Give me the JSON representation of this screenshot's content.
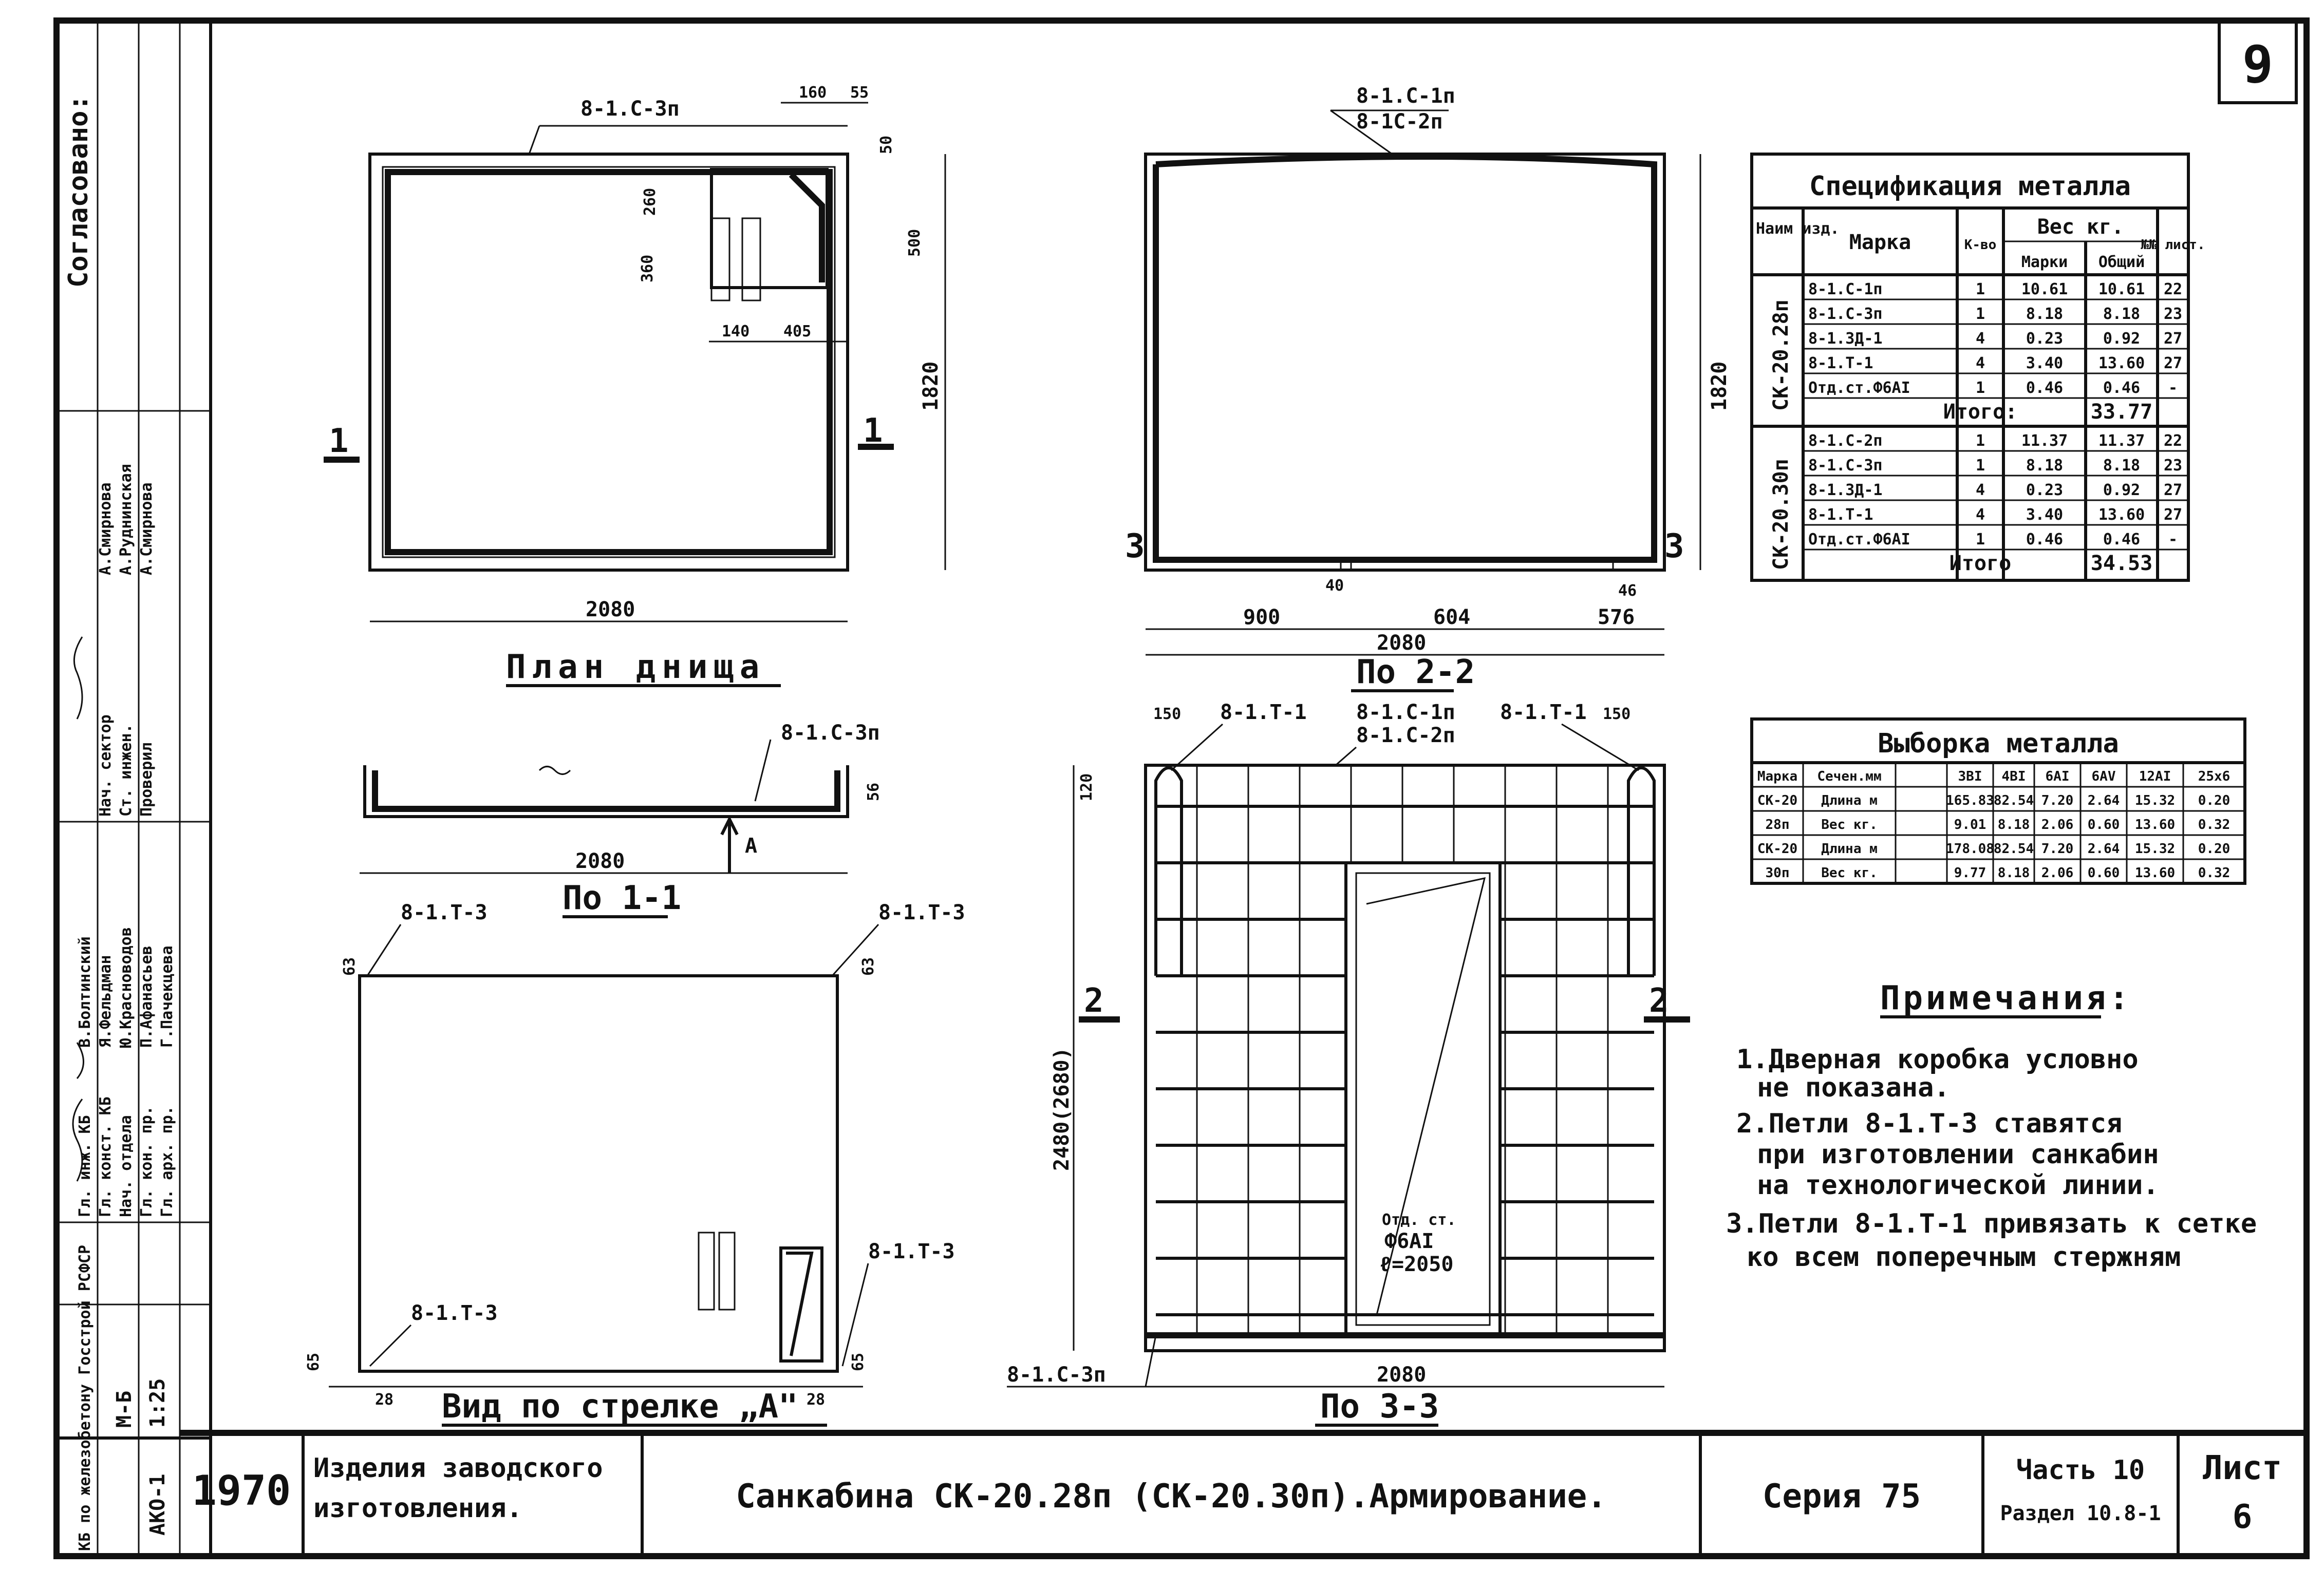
{
  "sheet_number": "9",
  "stamp": {
    "agreed": "Согласовано:",
    "staff": [
      {
        "role": "Гл. инж. КБ",
        "name": "В.Болтинский"
      },
      {
        "role": "Гл. конст. КБ",
        "name": "Я.Фельдман"
      },
      {
        "role": "Нач. отдела",
        "name": "Ю.Красноводов"
      },
      {
        "role": "Гл. кон. пр.",
        "name": "П.Афанасьев"
      },
      {
        "role": "Гл. арх. пр.",
        "name": "Г.Пачекцева"
      },
      {
        "role": "Нач. сектор",
        "name": "А.Смирнова"
      },
      {
        "role": "Ст. инжен.",
        "name": "А.Руднинская"
      },
      {
        "role": "Проверил",
        "name": "А.Смирнова"
      }
    ],
    "org": "КБ по железобетону Госстрой РСФСР",
    "mb": "М-Б",
    "scale": "1:25",
    "ako": "АКО-1",
    "year": "1970"
  },
  "title_block": {
    "product_type": "Изделия заводского изготовления.",
    "title": "Санкабина СК-20.28п (СК-20.30п).Армирование.",
    "series": "Серия 75",
    "part_label": "Часть 10",
    "section_label": "Раздел 10.8-1",
    "sheet_label": "Лист",
    "sheet_value": "6"
  },
  "views": {
    "plan": {
      "title": "План днища",
      "top_mark": "8-1.С-3п",
      "dim_160": "160",
      "dim_55": "55",
      "dim_50": "50",
      "dim_260": "260",
      "dim_500": "500",
      "dim_360": "360",
      "dim_140": "140",
      "dim_405": "405",
      "height": "1820",
      "width": "2080",
      "section_mark": "1"
    },
    "section11": {
      "title": "По 1-1",
      "mark": "8-1.С-3п",
      "width": "2080",
      "dim_56": "56",
      "arrow": "А"
    },
    "arrow_view": {
      "title": "Вид по стрелке „А\"",
      "loop_tl": "8-1.Т-3",
      "loop_tr": "8-1.Т-3",
      "loop_bl": "8-1.Т-3",
      "loop_br": "8-1.Т-3",
      "dim_63a": "63",
      "dim_63b": "63",
      "dim_65a": "65",
      "dim_65b": "65",
      "dim_28a": "28",
      "dim_28b": "28"
    },
    "section22": {
      "title": "По 2-2",
      "mark1": "8-1.С-1п",
      "mark2": "8-1С-2п",
      "height": "1820",
      "width": "2080",
      "seg1": "900",
      "seg2": "604",
      "seg3": "576",
      "dim_40": "40",
      "dim_46": "46",
      "section_mark": "3"
    },
    "section33": {
      "title": "По 3-3",
      "mark_t1a": "8-1.Т-1",
      "mark_t1b": "8-1.Т-1",
      "mark_c1": "8-1.С-1п",
      "mark_c2": "8-1.С-2п",
      "mark_c3": "8-1.С-3п",
      "dim_150a": "150",
      "dim_150b": "150",
      "dim_120": "120",
      "height": "2480(2680)",
      "width": "2080",
      "section_mark": "2",
      "bar_note_1": "Отд. ст.",
      "bar_note_2": "Ф6АI",
      "bar_note_3": "ℓ=2050"
    }
  },
  "spec_table": {
    "title": "Спецификация металла",
    "h_name": "Наим изд.",
    "h_mark": "Марка",
    "h_qty": "К-во",
    "h_weight": "Вес кг.",
    "h_w_mark": "Марки",
    "h_w_total": "Общий",
    "h_sheet": "№№ лист.",
    "groups": [
      {
        "name": "СК-20.28п",
        "rows": [
          [
            "8-1.С-1п",
            "1",
            "10.61",
            "10.61",
            "22"
          ],
          [
            "8-1.С-3п",
            "1",
            "8.18",
            "8.18",
            "23"
          ],
          [
            "8-1.3Д-1",
            "4",
            "0.23",
            "0.92",
            "27"
          ],
          [
            "8-1.Т-1",
            "4",
            "3.40",
            "13.60",
            "27"
          ],
          [
            "Отд.ст.Ф6АI",
            "1",
            "0.46",
            "0.46",
            "-"
          ]
        ],
        "total_label": "Итого:",
        "total": "33.77"
      },
      {
        "name": "СК-20.30п",
        "rows": [
          [
            "8-1.С-2п",
            "1",
            "11.37",
            "11.37",
            "22"
          ],
          [
            "8-1.С-3п",
            "1",
            "8.18",
            "8.18",
            "23"
          ],
          [
            "8-1.3Д-1",
            "4",
            "0.23",
            "0.92",
            "27"
          ],
          [
            "8-1.Т-1",
            "4",
            "3.40",
            "13.60",
            "27"
          ],
          [
            "Отд.ст.Ф6АI",
            "1",
            "0.46",
            "0.46",
            "-"
          ]
        ],
        "total_label": "Итого",
        "total": "34.53"
      }
    ]
  },
  "selection_table": {
    "title": "Выборка металла",
    "headers": [
      "Марка",
      "Сечен.мм",
      "3ВI",
      "4ВI",
      "6АI",
      "6АV",
      "12АI",
      "25х6"
    ],
    "rows": [
      [
        "СК-20",
        "Длина м",
        "165.83",
        "82.54",
        "7.20",
        "2.64",
        "15.32",
        "0.20"
      ],
      [
        "28п",
        "Вес кг.",
        "9.01",
        "8.18",
        "2.06",
        "0.60",
        "13.60",
        "0.32"
      ],
      [
        "СК-20",
        "Длина м",
        "178.08",
        "82.54",
        "7.20",
        "2.64",
        "15.32",
        "0.20"
      ],
      [
        "30п",
        "Вес кг.",
        "9.77",
        "8.18",
        "2.06",
        "0.60",
        "13.60",
        "0.32"
      ]
    ]
  },
  "notes": {
    "title": "Примечания:",
    "items": [
      "1.Дверная коробка условно",
      "не показана.",
      "2.Петли 8-1.Т-3 ставятся",
      "при изготовлении санкабин",
      "на технологической линии.",
      "3.Петли 8-1.Т-1 привязать к сетке",
      "ко всем поперечным стержням"
    ]
  }
}
